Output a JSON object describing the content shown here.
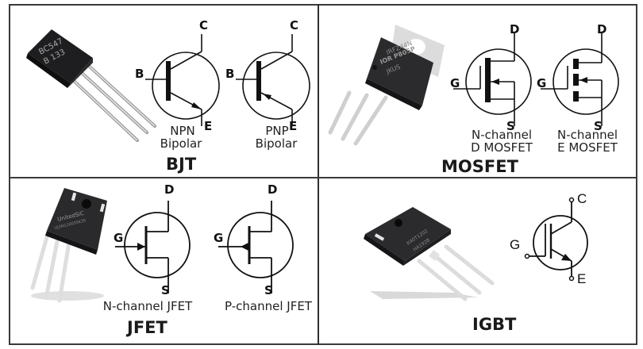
{
  "panels": {
    "bjt": {
      "title": "BJT",
      "package_marking": [
        "BC547",
        "B 133"
      ],
      "symbols": [
        {
          "name": "NPN Bipolar",
          "line1": "NPN",
          "line2": "Bipolar",
          "pins": {
            "base": "B",
            "collector": "C",
            "emitter": "E"
          }
        },
        {
          "name": "PNP Bipolar",
          "line1": "PNP",
          "line2": "Bipolar",
          "pins": {
            "base": "B",
            "collector": "C",
            "emitter": "E"
          }
        }
      ]
    },
    "mosfet": {
      "title": "MOSFET",
      "package_marking": [
        "IRFZ44N",
        "IOR P805P",
        "JKUS"
      ],
      "symbols": [
        {
          "name": "N-channel D MOSFET",
          "line1": "N-channel",
          "line2": "D MOSFET",
          "pins": {
            "gate": "G",
            "drain": "D",
            "source": "S"
          }
        },
        {
          "name": "N-channel E MOSFET",
          "line1": "N-channel",
          "line2": "E MOSFET",
          "pins": {
            "gate": "G",
            "drain": "D",
            "source": "S"
          }
        }
      ]
    },
    "jfet": {
      "title": "JFET",
      "package_marking": [
        "UnitedSiC",
        "UJ3N120035K3S"
      ],
      "symbols": [
        {
          "name": "N-channel JFET",
          "label": "N-channel JFET",
          "pins": {
            "gate": "G",
            "drain": "D",
            "source": "S"
          }
        },
        {
          "name": "P-channel JFET",
          "label": "P-channel JFET",
          "pins": {
            "gate": "G",
            "drain": "D",
            "source": "S"
          }
        }
      ]
    },
    "igbt": {
      "title": "IGBT",
      "package_marking": [
        "K40T1202",
        "HA1928"
      ],
      "symbols": [
        {
          "name": "IGBT",
          "pins": {
            "gate": "G",
            "collector": "C",
            "emitter": "E"
          }
        }
      ]
    }
  },
  "colors": {
    "border": "#3a3a3a",
    "symbol_stroke": "#111111",
    "package_body": "#2b2b2d",
    "lead_metal": "#c8c8c8",
    "tab_metal": "#dcdcdc"
  }
}
